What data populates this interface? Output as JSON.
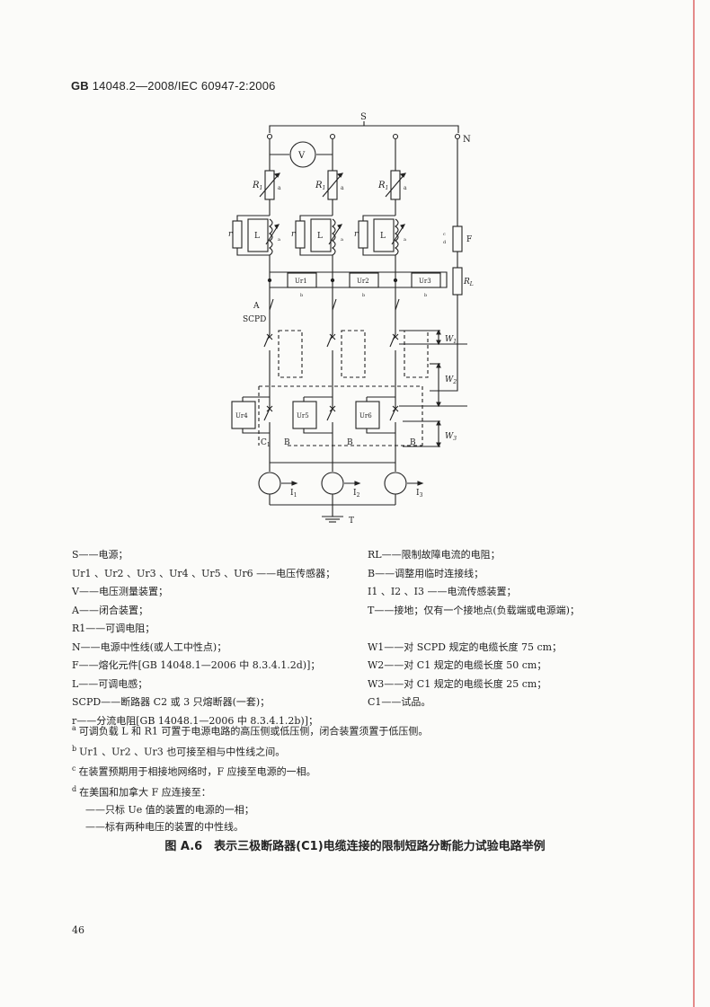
{
  "header": {
    "std": "GB",
    "number": "14048.2—2008/IEC 60947-2:2006"
  },
  "diagram": {
    "labels": {
      "S": "S",
      "N": "N",
      "V": "V",
      "R1": "R",
      "R1_sub": "1",
      "a": "a",
      "r": "r",
      "L": "L",
      "Ur1": "Ur1",
      "Ur2": "Ur2",
      "Ur3": "Ur3",
      "b": "b",
      "F": "F",
      "RL": "R",
      "RL_sub": "L",
      "c": "c",
      "d": "d",
      "A": "A",
      "SCPD": "SCPD",
      "W1": "W",
      "W1_sub": "1",
      "W2": "W",
      "W2_sub": "2",
      "W3": "W",
      "W3_sub": "3",
      "Ur4": "Ur4",
      "Ur5": "Ur5",
      "Ur6": "Ur6",
      "C1": "C",
      "C1_sub": "1",
      "B": "B",
      "I1": "I",
      "I1_sub": "1",
      "I2": "I",
      "I2_sub": "2",
      "I3": "I",
      "I3_sub": "3",
      "T": "T"
    }
  },
  "legend": {
    "left": [
      "S——电源；",
      "Ur1 、Ur2 、Ur3 、Ur4 、Ur5 、Ur6 ——电压传感器；",
      "V——电压测量装置；",
      "A——闭合装置；",
      "R1——可调电阻；",
      "N——电源中性线(或人工中性点)；",
      "F——熔化元件[GB 14048.1—2006 中 8.3.4.1.2d)]；",
      "L——可调电感；",
      "SCPD——断路器 C2 或 3 只熔断器(一套)；",
      "r——分流电阻[GB 14048.1—2006 中 8.3.4.1.2b)]；"
    ],
    "right": [
      "RL——限制故障电流的电阻；",
      "B——调整用临时连接线；",
      "I1 、I2 、I3 ——电流传感装置；",
      "T——接地；仅有一个接地点(负载端或电源端)；",
      "",
      "W1——对 SCPD 规定的电缆长度 75 cm；",
      "W2——对 C1 规定的电缆长度 50 cm；",
      "W3——对 C1 规定的电缆长度 25 cm；",
      "C1——试品。"
    ]
  },
  "notes": [
    {
      "mark": "a",
      "text": "可调负载 L 和 R1 可置于电源电路的高压侧或低压侧，闭合装置须置于低压侧。"
    },
    {
      "mark": "b",
      "text": "Ur1 、Ur2 、Ur3 也可接至相与中性线之间。"
    },
    {
      "mark": "c",
      "text": "在装置预期用于相接地网络时，F 应接至电源的一相。"
    },
    {
      "mark": "d",
      "text": "在美国和加拿大 F 应连接至："
    },
    {
      "mark": "",
      "text": "——只标 Ue 值的装置的电源的一相；"
    },
    {
      "mark": "",
      "text": "——标有两种电压的装置的中性线。"
    }
  ],
  "caption": "图 A.6　表示三极断路器(C1)电缆连接的限制短路分断能力试验电路举例",
  "page_number": "46"
}
